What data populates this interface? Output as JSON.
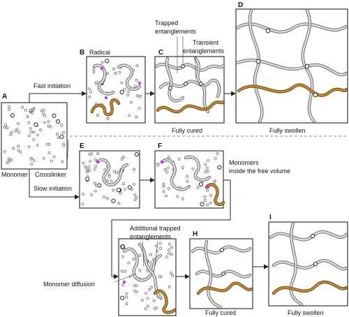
{
  "panels": [
    {
      "id": "A",
      "letter": "A",
      "title": ""
    },
    {
      "id": "B",
      "letter": "B",
      "title": "Radical"
    },
    {
      "id": "C",
      "letter": "C",
      "title": ""
    },
    {
      "id": "D",
      "letter": "D",
      "title": ""
    },
    {
      "id": "E",
      "letter": "E",
      "title": ""
    },
    {
      "id": "F",
      "letter": "F",
      "title": ""
    },
    {
      "id": "G",
      "letter": "G",
      "title": ""
    },
    {
      "id": "H",
      "letter": "H",
      "title": ""
    },
    {
      "id": "I",
      "letter": "I",
      "title": ""
    }
  ],
  "labels": {
    "monomer": "Monomer",
    "crosslinker": "Crosslinker",
    "fast_initiation": "Fast initiation",
    "slow_initiation": "Slow initiation",
    "trapped_1": "Trapped",
    "trapped_2": "entanglements",
    "transient_1": "Transient",
    "transient_2": "entanglements",
    "fully_cured_top": "Fully cured",
    "fully_swollen_top": "Fully swollen",
    "monomers_free_1": "Monomers",
    "monomers_free_2": "inside the free volume",
    "additional_1": "Additional trapped",
    "additional_2": "entanglements",
    "monomer_diffusion": "Monomer diffusion",
    "fully_cured_bottom": "Fully cured",
    "fully_swollen_bottom": "Fully swollen"
  },
  "colors": {
    "chain": "#6d6d6d",
    "chain_fill": "#dedede",
    "trapped_chain": "#c48a3a",
    "radical": "#c03ad0"
  }
}
